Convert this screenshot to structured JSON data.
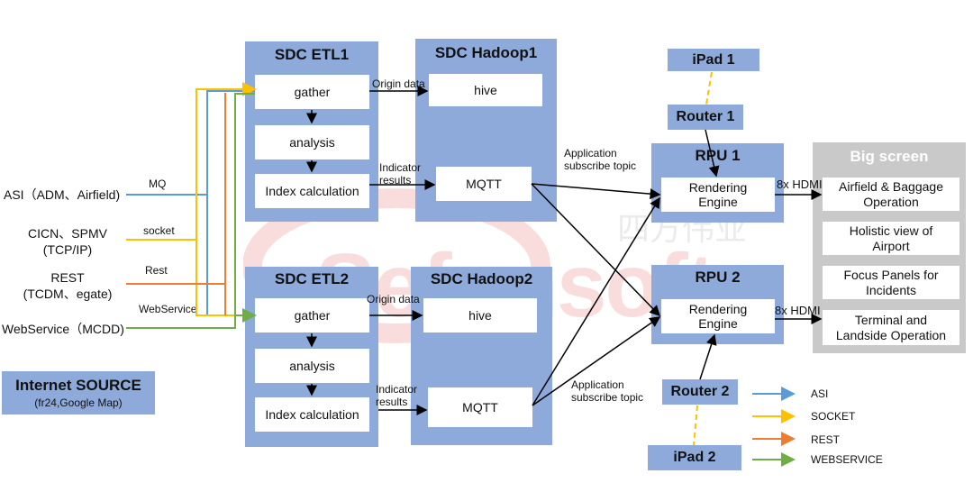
{
  "sources": [
    {
      "label": "ASI（ADM、Airfield)",
      "protocol": "MQ"
    },
    {
      "label": "CICN、SPMV\n(TCP/IP)",
      "protocol": "socket"
    },
    {
      "label": "REST\n(TCDM、egate)",
      "protocol": "Rest"
    },
    {
      "label": "WebService（MCDD)",
      "protocol": "WebService"
    }
  ],
  "internet_source": {
    "title": "Internet SOURCE",
    "subtitle": "(fr24,Google Map)"
  },
  "etl1": {
    "title": "SDC ETL1",
    "gather": "gather",
    "analysis": "analysis",
    "index": "Index calculation"
  },
  "etl2": {
    "title": "SDC ETL2",
    "gather": "gather",
    "analysis": "analysis",
    "index": "Index calculation"
  },
  "hadoop1": {
    "title": "SDC Hadoop1",
    "hive": "hive",
    "mqtt": "MQTT"
  },
  "hadoop2": {
    "title": "SDC Hadoop2",
    "hive": "hive",
    "mqtt": "MQTT"
  },
  "edge_labels": {
    "origin_data": "Origin data",
    "origin_data2": "Origin data",
    "indicator_results": "Indicator\nresults",
    "indicator_results2": "Indicator\nresults",
    "app_subscribe1": "Application\nsubscribe topic",
    "app_subscribe2": "Application\nsubscribe topic",
    "hdmi1": "8x HDMI",
    "hdmi2": "8x HDMI"
  },
  "rpu1": {
    "title": "RPU 1",
    "engine": "Rendering\nEngine"
  },
  "rpu2": {
    "title": "RPU 2",
    "engine": "Rendering\nEngine"
  },
  "ipad1": "iPad 1",
  "ipad2": "iPad 2",
  "router1": "Router 1",
  "router2": "Router 2",
  "big_screen": {
    "title": "Big screen",
    "items": [
      "Airfield & Baggage\nOperation",
      "Holistic view of\nAirport",
      "Focus Panels for\nIncidents",
      "Terminal and\nLandside Operation"
    ]
  },
  "legend": [
    {
      "label": "ASI",
      "color": "#5b9bd5"
    },
    {
      "label": "SOCKET",
      "color": "#ffc000"
    },
    {
      "label": "REST",
      "color": "#ed7d31"
    },
    {
      "label": "WEBSERVICE",
      "color": "#70ad47"
    }
  ],
  "watermark": {
    "brand": "Sefonsoft",
    "chinese": "四方伟业"
  }
}
